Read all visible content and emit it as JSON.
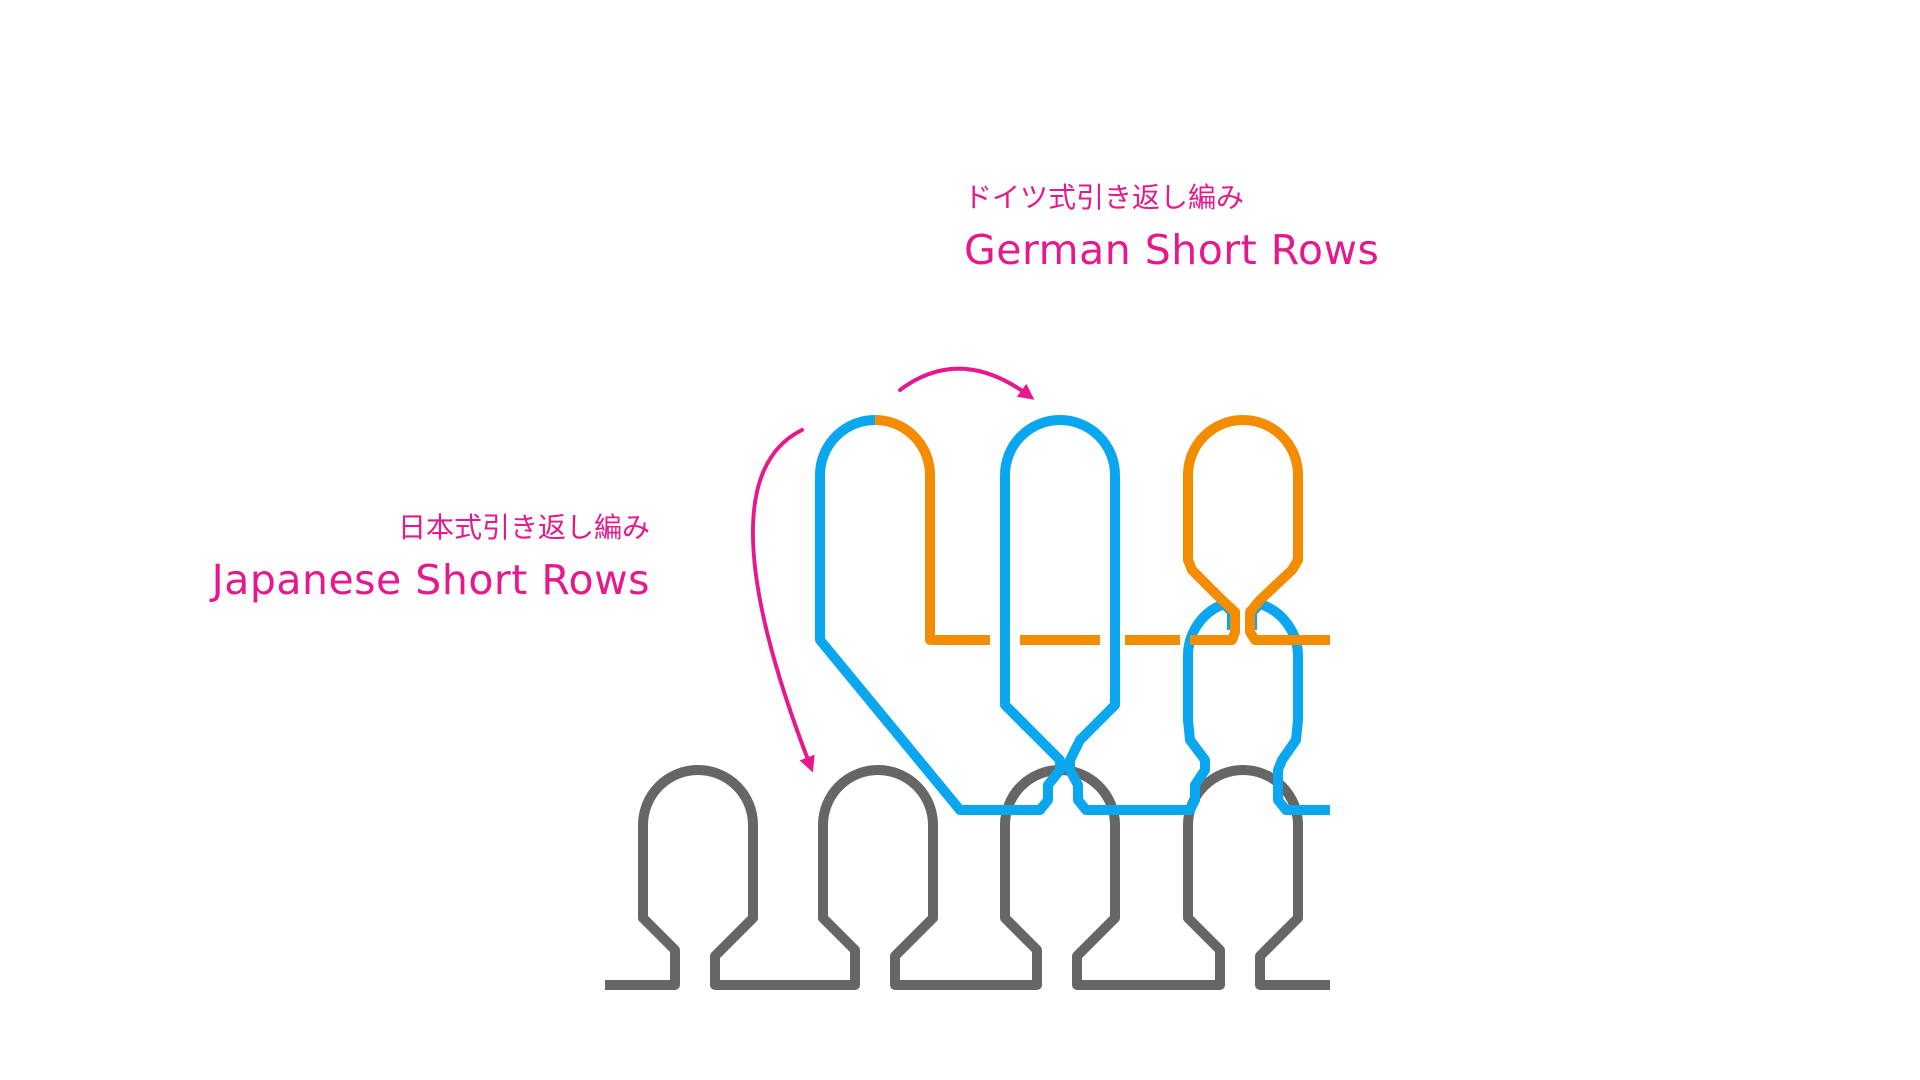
{
  "labels": {
    "german": {
      "jp": "ドイツ式引き返し編み",
      "en": "German Short Rows"
    },
    "japanese": {
      "jp": "日本式引き返し編み",
      "en": "Japanese Short Rows"
    }
  },
  "colors": {
    "base_row": "#666666",
    "blue_row": "#0aa7ef",
    "orange_row": "#f28c00",
    "accent": "#e5198c"
  }
}
